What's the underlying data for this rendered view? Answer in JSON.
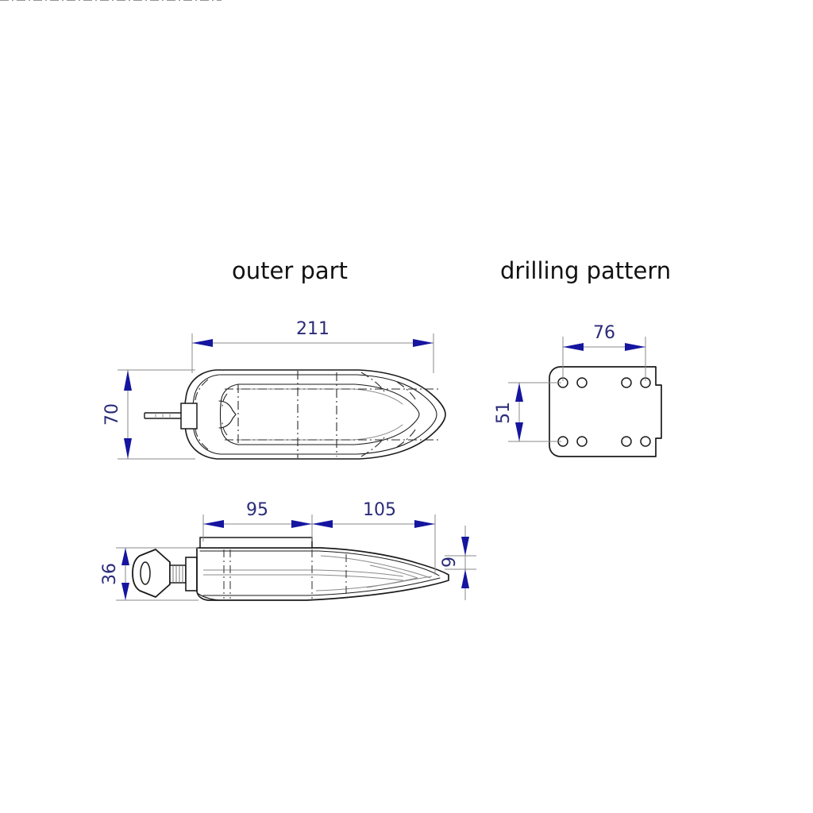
{
  "drawing": {
    "background_color": "#ffffff",
    "line_color": "#1a1a1a",
    "thin_line_color": "#8a8a8a",
    "dimension_color": "#1515a0",
    "dimension_text_color": "#2b2b7a",
    "title_color": "#111111",
    "units": "mm"
  },
  "views": [
    {
      "id": "outer-part",
      "title": "outer part",
      "projections": [
        "top view",
        "side view"
      ]
    },
    {
      "id": "drilling-pattern",
      "title": "drilling pattern",
      "projections": [
        "front view"
      ]
    }
  ],
  "titles": {
    "outer_part": "outer part",
    "drilling_pattern": "drilling pattern"
  },
  "dimensions": {
    "outer_part_top": {
      "length": "211",
      "width": "70"
    },
    "outer_part_side": {
      "segment_front": "95",
      "segment_rear": "105",
      "height_front": "36",
      "height_rear": "9"
    },
    "drilling_pattern": {
      "hole_spacing_horizontal": "76",
      "hole_spacing_vertical": "51"
    }
  },
  "components": {
    "key": "key-inserted-in-lock-cylinder",
    "lock_cylinder": "lock-cylinder-barrel",
    "mounting_plate": "drilling-template-plate",
    "hole_count": 8
  }
}
